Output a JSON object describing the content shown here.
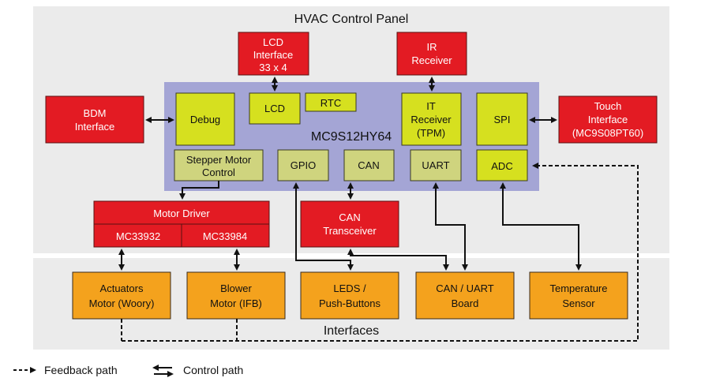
{
  "diagram": {
    "title": "HVAC Control Panel",
    "interfaces_label": "Interfaces",
    "colors": {
      "panel_bg": "#ebebeb",
      "mcu_bg": "#a4a5d5",
      "red_block": "#e31b23",
      "yellow_block": "#d6e01f",
      "olive_block": "#cfd47e",
      "orange_block": "#f4a21d",
      "border": "#3a2a1a"
    },
    "mcu": {
      "label": "MC9S12HY64",
      "modules": {
        "debug": "Debug",
        "lcd": "LCD",
        "rtc": "RTC",
        "it_receiver": [
          "IT",
          "Receiver",
          "(TPM)"
        ],
        "spi": "SPI",
        "stepper": [
          "Stepper Motor",
          "Control"
        ],
        "gpio": "GPIO",
        "can": "CAN",
        "uart": "UART",
        "adc": "ADC"
      }
    },
    "external": {
      "lcd_interface": [
        "LCD",
        "Interface",
        "33 x 4"
      ],
      "ir_receiver": [
        "IR",
        "Receiver"
      ],
      "bdm_interface": [
        "BDM",
        "Interface"
      ],
      "touch_interface": [
        "Touch",
        "Interface",
        "(MC9S08PT60)"
      ],
      "motor_driver": {
        "title": "Motor Driver",
        "parts": [
          "MC33932",
          "MC33984"
        ]
      },
      "can_transceiver": [
        "CAN",
        "Transceiver"
      ]
    },
    "interfaces": {
      "actuators": [
        "Actuators",
        "Motor (Woory)"
      ],
      "blower": [
        "Blower",
        "Motor (IFB)"
      ],
      "leds": [
        "LEDS /",
        "Push-Buttons"
      ],
      "can_uart": [
        "CAN / UART",
        "Board"
      ],
      "temperature": [
        "Temperature",
        "Sensor"
      ]
    },
    "legend": {
      "feedback": "Feedback path",
      "control": "Control path"
    }
  }
}
